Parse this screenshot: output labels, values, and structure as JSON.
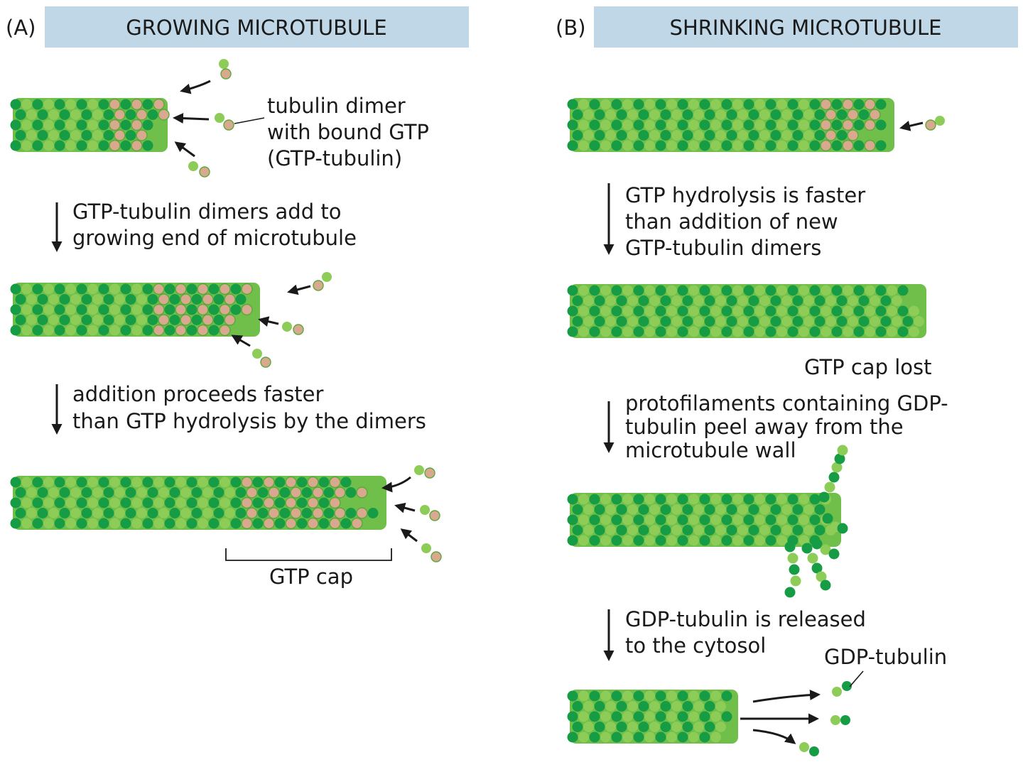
{
  "panel_a": {
    "letter": "(A)",
    "title": "GROWING MICROTUBULE",
    "dimer_label_line1": "tubulin dimer",
    "dimer_label_line2": "with bound GTP",
    "dimer_label_line3": "(GTP-tubulin)",
    "step1_line1": "GTP-tubulin dimers add to",
    "step1_line2": "growing end of microtubule",
    "step2_line1": "addition proceeds faster",
    "step2_line2": "than GTP hydrolysis by the dimers",
    "cap_label": "GTP cap"
  },
  "panel_b": {
    "letter": "(B)",
    "title": "SHRINKING MICROTUBULE",
    "step1_line1": "GTP hydrolysis is faster",
    "step1_line2": "than addition of new",
    "step1_line3": "GTP-tubulin dimers",
    "cap_lost_label": "GTP cap lost",
    "step2_line1": "protofilaments containing GDP-",
    "step2_line2": "tubulin peel away from the",
    "step2_line3": "microtubule wall",
    "step3_line1": "GDP-tubulin is released",
    "step3_line2": "to the cytosol",
    "gdp_label": "GDP-tubulin"
  },
  "colors": {
    "header_band": "#bfd7e6",
    "dark_green": "#169c45",
    "light_green": "#8dcc57",
    "gtp_bead": "#d9a98f",
    "arrow": "#1a1a1a"
  }
}
